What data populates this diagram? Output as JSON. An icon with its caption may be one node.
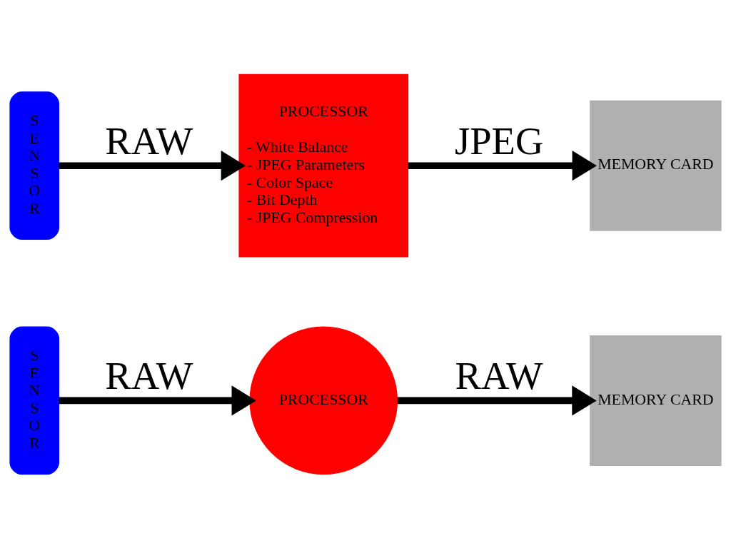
{
  "diagram": {
    "nodes": [
      {
        "text": [
          "SENSOR"
        ]
      },
      {
        "text": [
          "PROCESSOR"
        ]
      },
      {
        "text": [
          "MEMORY CARD"
        ]
      },
      {
        "text": [
          "SENSOR"
        ]
      },
      {
        "text": [
          "PROCESSOR",
          "- White Balance",
          "- JPEG Parameters",
          "- Color Space",
          "- Bit Depth",
          "- JPEG Compression"
        ]
      },
      {
        "text": [
          "MEMORY CARD"
        ]
      }
    ],
    "edges": [
      {
        "from": 0,
        "to": 1,
        "arrow": "to",
        "label": "RAW"
      },
      {
        "from": 1,
        "to": 2,
        "arrow": "to",
        "label": "RAW"
      },
      {
        "from": 3,
        "to": 4,
        "arrow": "to",
        "label": "RAW"
      },
      {
        "from": 4,
        "to": 5,
        "arrow": "to",
        "label": "JPEG"
      }
    ]
  }
}
